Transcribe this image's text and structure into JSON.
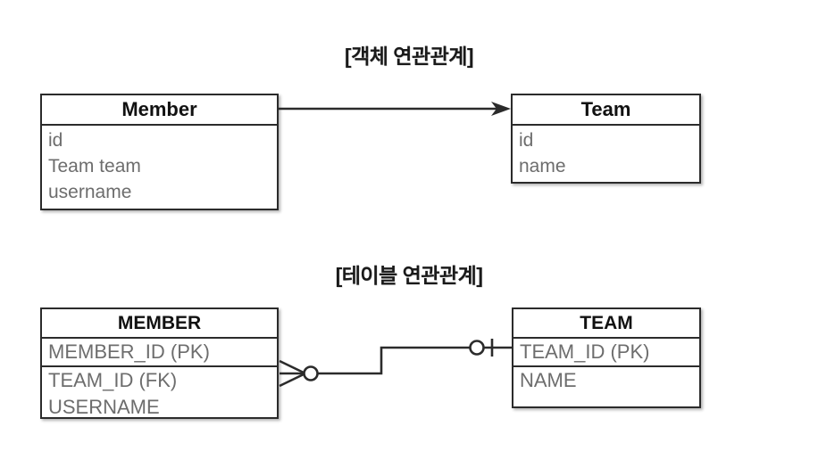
{
  "diagram": {
    "background": "#ffffff",
    "line_color": "#2b2b2b",
    "header_text_color": "#111111",
    "field_text_color": "#6d6d6d"
  },
  "sections": {
    "object": {
      "title": "[객체 연관관계]",
      "member": {
        "header": "Member",
        "fields": [
          "id",
          "Team team",
          "username"
        ]
      },
      "team": {
        "header": "Team",
        "fields": [
          "id",
          "name"
        ]
      },
      "relation": {
        "type": "directed-arrow",
        "from": "Member",
        "to": "Team",
        "arrowhead": "filled-open-arrow"
      }
    },
    "table": {
      "title": "[테이블 연관관계]",
      "member": {
        "header": "MEMBER",
        "groups": [
          [
            "MEMBER_ID (PK)"
          ],
          [
            "TEAM_ID (FK)",
            "USERNAME"
          ]
        ]
      },
      "team": {
        "header": "TEAM",
        "groups": [
          [
            "TEAM_ID (PK)"
          ],
          [
            "NAME"
          ]
        ]
      },
      "relation": {
        "type": "crows-foot",
        "from": "MEMBER",
        "to": "TEAM",
        "from_cardinality": "zero-or-many",
        "to_cardinality": "zero-or-one",
        "from_field": "TEAM_ID (FK)",
        "to_field": "TEAM_ID (PK)"
      }
    }
  }
}
